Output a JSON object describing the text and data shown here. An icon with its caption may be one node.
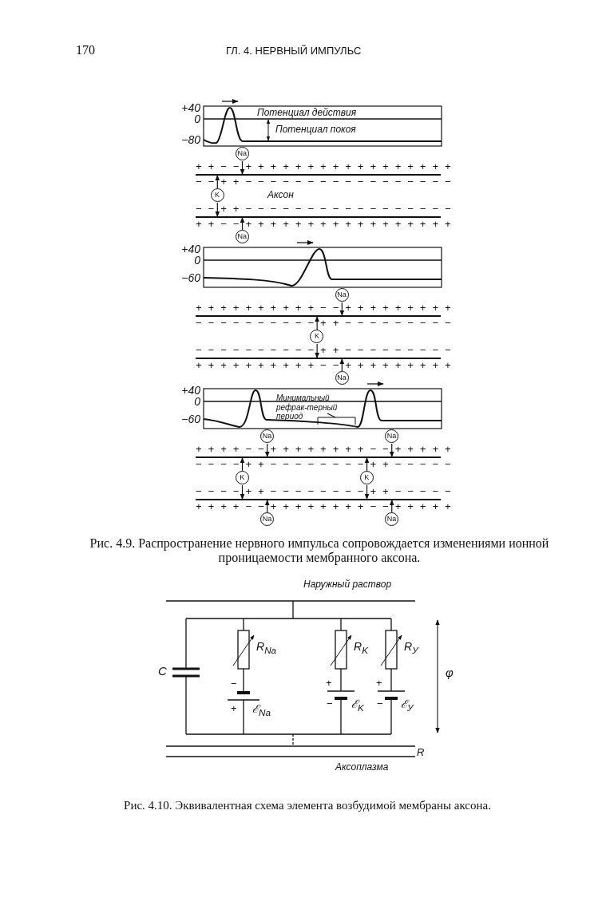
{
  "diagram": {
    "nodes": [
      {
        "text": [
          "Na"
        ]
      },
      {
        "text": [],
        "shape": "bar"
      },
      {
        "text": [
          "K"
        ]
      },
      {
        "text": [],
        "shape": "bar"
      },
      {
        "text": [
          "Na"
        ]
      },
      {
        "text": [
          "Na"
        ]
      },
      {
        "text": [],
        "shape": "bar"
      },
      {
        "text": [
          "K"
        ]
      },
      {
        "text": [],
        "shape": "bar"
      },
      {
        "text": [
          "Na"
        ]
      },
      {
        "text": [
          "Минимальный рефрак-терный период"
        ]
      },
      {
        "text": [
          "Na"
        ]
      },
      {
        "text": [
          "Na"
        ]
      },
      {
        "text": [],
        "shape": "bar"
      },
      {
        "text": [
          "K"
        ]
      },
      {
        "text": [
          "K"
        ]
      },
      {
        "text": [],
        "shape": "bar"
      },
      {
        "text": [
          "Na"
        ]
      },
      {
        "text": [
          "Na"
        ]
      }
    ],
    "edges": [
      {
        "from": 0,
        "to": 1,
        "arrow": "to"
      },
      {
        "from": 2,
        "to": 1,
        "arrow": "to"
      },
      {
        "from": 2,
        "to": 3,
        "arrow": "to"
      },
      {
        "from": 4,
        "to": 3,
        "arrow": "to"
      },
      {
        "from": 5,
        "to": 6,
        "arrow": "to"
      },
      {
        "from": 7,
        "to": 6,
        "arrow": "to"
      },
      {
        "from": 7,
        "to": 8,
        "arrow": "to"
      },
      {
        "from": 9,
        "to": 8,
        "arrow": "to"
      },
      {
        "from": 10,
        "to": null,
        "arrow": "none"
      },
      {
        "from": 11,
        "to": 13,
        "arrow": "to"
      },
      {
        "from": 12,
        "to": 13,
        "arrow": "to"
      },
      {
        "from": 14,
        "to": 13,
        "arrow": "to"
      },
      {
        "from": 14,
        "to": 16,
        "arrow": "to"
      },
      {
        "from": 15,
        "to": 13,
        "arrow": "to"
      },
      {
        "from": 15,
        "to": 16,
        "arrow": "to"
      },
      {
        "from": 17,
        "to": 16,
        "arrow": "to"
      },
      {
        "from": 18,
        "to": 16,
        "arrow": "to"
      }
    ],
    "labels": [
      "170",
      "ГЛ. 4. НЕРВНЫЙ ИМПУЛЬС",
      "+40",
      "0",
      "−80",
      "Потенциал действия",
      "Потенциал покоя",
      "+ + − − + + + + + + + + + + + + + + + + +",
      "− − + + − − − − − − − − − − − − − − − − −",
      "− − + + − − − − − − − − − − − − − − − − −",
      "+ + − − + + + + + + + + + + + + + + + + +",
      "Аксон",
      "+40",
      "0",
      "−60",
      "+ + + + + + + + + + − − + + + + + + + + +",
      "− − − − − − − − − − + + − − − − − − − − −",
      "− − − − − − − − − − + + − − − − − − − − −",
      "+ + + + + + + + + + − − + + + + + + + + +",
      "+40",
      "0",
      "−60",
      "+ + + + − − + + + + + + + + − − + + + + +",
      "− − − − + + − − − − − − − − + + − − − − −",
      "− − − − + + − − − − − − − − + + − − − − −",
      "+ + + + − − + + + + + + + + − − + + + + +",
      "Рис. 4.9. Распространение нервного импульса сопровождается изменениями ионной проницаемости мембранного аксона.",
      "Наружный раствор",
      "C",
      "R$_{Na}$",
      "R$_{K}$",
      "R$_{У}$",
      "φ",
      "−",
      "+",
      "ℰ$_{Na}$",
      "+",
      "−",
      "ℰ$_{K}$",
      "+",
      "−",
      "ℰ$_{У}$",
      "R",
      "Аксоплазма",
      "Рис. 4.10. Эквивалентная схема элемента возбудимой мембраны аксона."
    ]
  }
}
